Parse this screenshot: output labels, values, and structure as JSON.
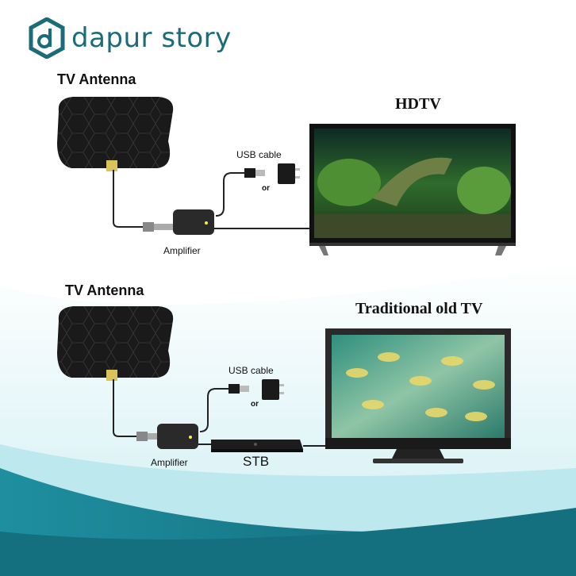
{
  "brand": {
    "name": "dapur story",
    "logo_letter": "d",
    "color": "#1b6c78"
  },
  "top_diagram": {
    "antenna_label": "TV Antenna",
    "tv_label": "HDTV",
    "usb_label": "USB cable",
    "or_label": "or",
    "amplifier_label": "Amplifier"
  },
  "bottom_diagram": {
    "antenna_label": "TV Antenna",
    "tv_label": "Traditional old TV",
    "usb_label": "USB cable",
    "or_label": "or",
    "amplifier_label": "Amplifier",
    "stb_label": "STB"
  },
  "colors": {
    "accent_teal": "#1b8a9a",
    "light_cyan": "#bfe9ee"
  }
}
